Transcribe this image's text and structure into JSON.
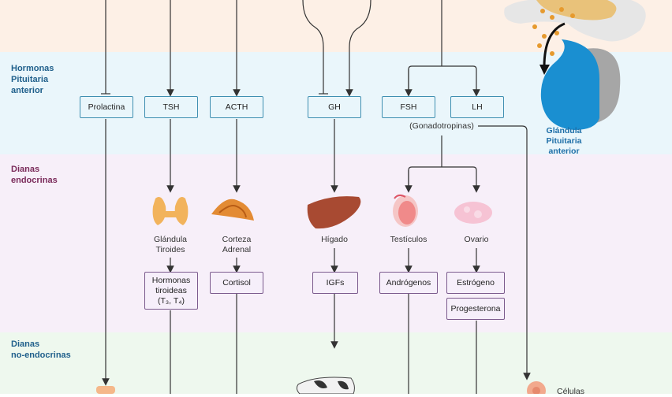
{
  "bands": {
    "anterior": {
      "label": "Hormonas\nPituitaria\nanterior",
      "color": "#eaf6fb"
    },
    "endocrine": {
      "label": "Dianas\nendocrinas",
      "color": "#f7eff9"
    },
    "nonendocrine": {
      "label": "Dianas\nno-endocrinas",
      "color": "#eef8ee"
    },
    "top_color": "#fdf0e6"
  },
  "anterior_hormones": {
    "prolactin": "Prolactina",
    "tsh": "TSH",
    "acth": "ACTH",
    "gh": "GH",
    "fsh": "FSH",
    "lh": "LH",
    "gonadotropins_note": "(Gonadotropinas)"
  },
  "gland_label": "Glándula\nPituitaria\nanterior",
  "endocrine_targets": {
    "thyroid": "Glándula\nTiroides",
    "adrenal": "Corteza\nAdrenal",
    "liver": "Hígado",
    "testes": "Testículos",
    "ovary": "Ovario"
  },
  "products": {
    "thyroid_hormones": "Hormonas tiroideas (T₃, T₄)",
    "cortisol": "Cortisol",
    "igfs": "IGFs",
    "androgens": "Andrógenos",
    "estrogen": "Estrógeno",
    "progesterone": "Progesterona"
  },
  "cells_label": "Células",
  "colors": {
    "line": "#333333",
    "anterior_border": "#3f8fb1",
    "endo_border": "#7b5a8d",
    "gland_blue": "#1a8fd1"
  }
}
